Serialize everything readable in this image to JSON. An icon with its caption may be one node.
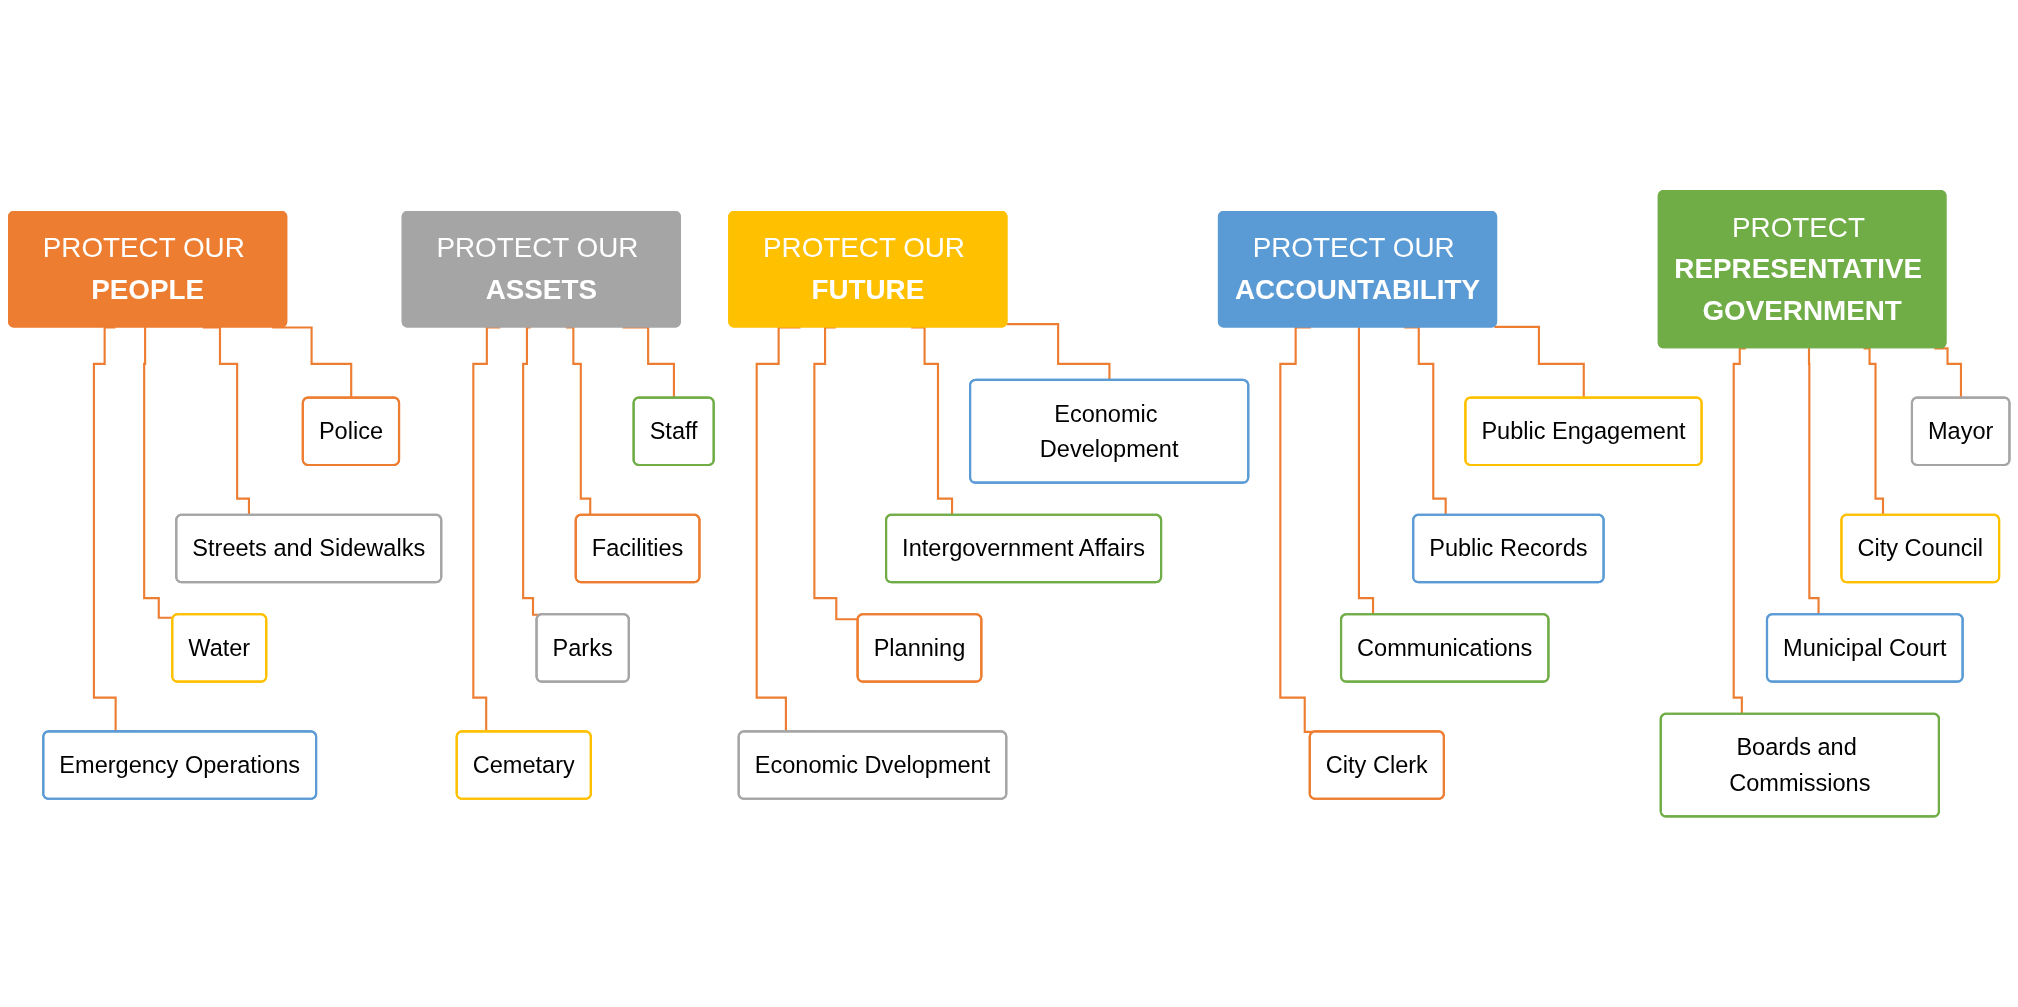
{
  "diagram": {
    "nodes": [
      {
        "text": [
          "PROTECT OUR **PEOPLE**"
        ]
      },
      {
        "text": [
          "Police"
        ]
      },
      {
        "text": [
          "Streets and Sidewalks"
        ]
      },
      {
        "text": [
          "Water"
        ]
      },
      {
        "text": [
          "Emergency Operations"
        ]
      },
      {
        "text": [
          "PROTECT OUR **ASSETS**"
        ]
      },
      {
        "text": [
          "Staff"
        ]
      },
      {
        "text": [
          "Facilities"
        ]
      },
      {
        "text": [
          "Parks"
        ]
      },
      {
        "text": [
          "Cemetary"
        ]
      },
      {
        "text": [
          "PROTECT OUR **FUTURE**"
        ]
      },
      {
        "text": [
          "Economic Development"
        ]
      },
      {
        "text": [
          "Intergovernment Affairs"
        ]
      },
      {
        "text": [
          "Planning"
        ]
      },
      {
        "text": [
          "Economic Dvelopment"
        ]
      },
      {
        "text": [
          "PROTECT OUR **ACCOUNTABILITY**"
        ]
      },
      {
        "text": [
          "Public Engagement"
        ]
      },
      {
        "text": [
          "Public Records"
        ]
      },
      {
        "text": [
          "Communications"
        ]
      },
      {
        "text": [
          "City Clerk"
        ]
      },
      {
        "text": [
          "PROTECT **REPRESENTATIVE GOVERNMENT**"
        ]
      },
      {
        "text": [
          "Mayor"
        ]
      },
      {
        "text": [
          "City Council"
        ]
      },
      {
        "text": [
          "Municipal Court"
        ]
      },
      {
        "text": [
          "Boards and Commissions"
        ]
      }
    ],
    "edges": [
      {
        "from": 0,
        "to": 1,
        "arrow": "none"
      },
      {
        "from": 0,
        "to": 2,
        "arrow": "none"
      },
      {
        "from": 0,
        "to": 3,
        "arrow": "none"
      },
      {
        "from": 0,
        "to": 4,
        "arrow": "none"
      },
      {
        "from": 5,
        "to": 6,
        "arrow": "none"
      },
      {
        "from": 5,
        "to": 7,
        "arrow": "none"
      },
      {
        "from": 5,
        "to": 8,
        "arrow": "none"
      },
      {
        "from": 5,
        "to": 9,
        "arrow": "none"
      },
      {
        "from": 10,
        "to": 11,
        "arrow": "none"
      },
      {
        "from": 10,
        "to": 12,
        "arrow": "none"
      },
      {
        "from": 10,
        "to": 13,
        "arrow": "none"
      },
      {
        "from": 10,
        "to": 14,
        "arrow": "none"
      },
      {
        "from": 15,
        "to": 16,
        "arrow": "none"
      },
      {
        "from": 15,
        "to": 17,
        "arrow": "none"
      },
      {
        "from": 15,
        "to": 18,
        "arrow": "none"
      },
      {
        "from": 15,
        "to": 19,
        "arrow": "none"
      },
      {
        "from": 20,
        "to": 21,
        "arrow": "none"
      },
      {
        "from": 20,
        "to": 22,
        "arrow": "none"
      },
      {
        "from": 20,
        "to": 23,
        "arrow": "none"
      },
      {
        "from": 20,
        "to": 24,
        "arrow": "none"
      }
    ]
  }
}
